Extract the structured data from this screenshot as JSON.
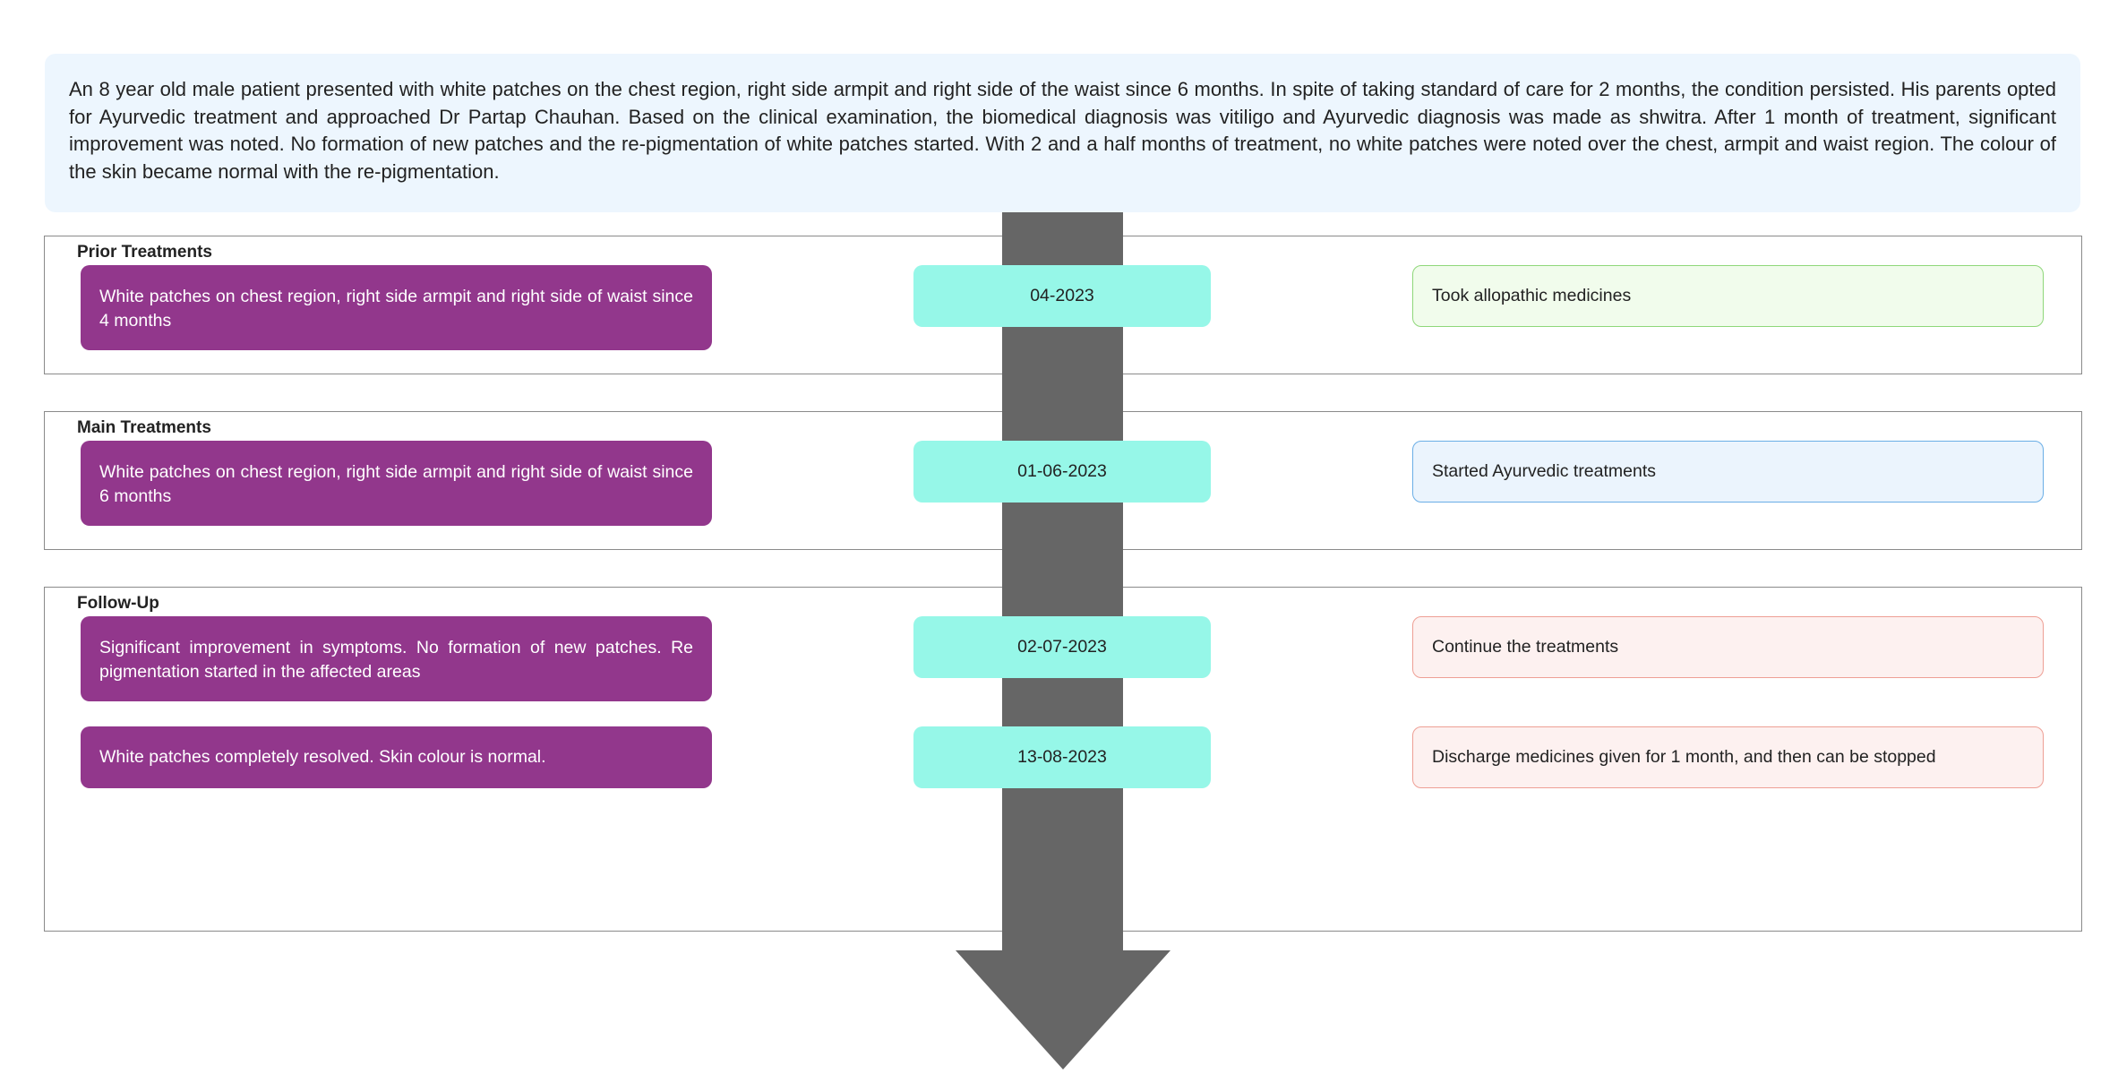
{
  "summary": "An 8 year old male patient presented with white patches on the chest region, right side armpit and right side of the waist since 6 months. In spite of taking standard of care for 2 months, the condition persisted. His parents opted for Ayurvedic treatment and approached Dr Partap Chauhan. Based on the clinical examination, the biomedical diagnosis was vitiligo and Ayurvedic diagnosis was made as shwitra. After 1 month of treatment, significant improvement was noted. No formation of new patches and the re-pigmentation of white patches started. With 2 and a half months of treatment, no white patches were noted over the chest, armpit and waist region. The colour of the skin became normal with the re-pigmentation.",
  "sections": [
    {
      "title": "Prior Treatments",
      "entries": [
        {
          "condition": "White patches on chest region, right side armpit and right side of waist since 4 months",
          "date": "04-2023",
          "action": "Took allopathic medicines"
        }
      ]
    },
    {
      "title": "Main Treatments",
      "entries": [
        {
          "condition": "White patches on chest region, right side armpit and right side of waist since 6 months",
          "date": "01-06-2023",
          "action": "Started Ayurvedic treatments"
        }
      ]
    },
    {
      "title": "Follow-Up",
      "entries": [
        {
          "condition": "Significant improvement in symptoms. No formation of new patches. Re pigmentation started in the affected areas",
          "date": "02-07-2023",
          "action": "Continue the treatments"
        },
        {
          "condition": "White patches completely resolved. Skin colour is normal.",
          "date": "13-08-2023",
          "action": "Discharge medicines given for 1 month, and then can be stopped"
        }
      ]
    }
  ],
  "colors": {
    "condition_box": "#92378c",
    "date_box": "#96f7e8",
    "arrow": "#666666",
    "summary_bg": "#edf6fe",
    "prior_action_bg": "#f1fcec",
    "main_action_bg": "#ebf4fd",
    "followup_action_bg": "#fdf1f0"
  }
}
